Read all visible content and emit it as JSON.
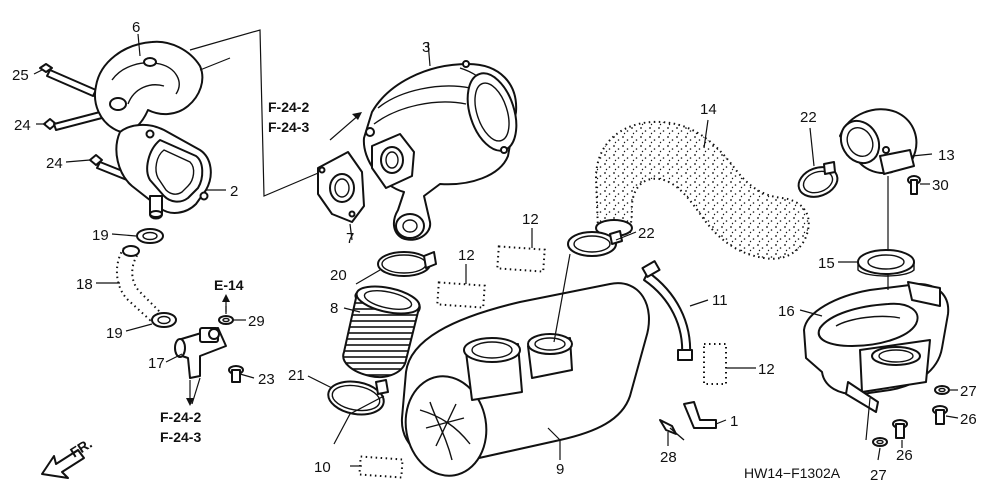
{
  "diagram": {
    "drawing_code": "HW14−F1302A",
    "front_label": "FR.",
    "ref_labels": {
      "upper_left": "F-24-2",
      "upper_right": "F-24-3",
      "e_ref": "E-14",
      "lower_left": "F-24-2",
      "lower_right": "F-24-3"
    },
    "callouts": {
      "n1": "1",
      "n2": "2",
      "n3": "3",
      "n6": "6",
      "n7": "7",
      "n8": "8",
      "n9": "9",
      "n10": "10",
      "n11": "11",
      "n12a": "12",
      "n12b": "12",
      "n12c": "12",
      "n13": "13",
      "n14": "14",
      "n15": "15",
      "n16": "16",
      "n17": "17",
      "n18": "18",
      "n19a": "19",
      "n19b": "19",
      "n20": "20",
      "n21": "21",
      "n22a": "22",
      "n22b": "22",
      "n23": "23",
      "n24a": "24",
      "n24b": "24",
      "n25": "25",
      "n26a": "26",
      "n26b": "26",
      "n27a": "27",
      "n27b": "27",
      "n28": "28",
      "n29": "29",
      "n30": "30"
    }
  }
}
